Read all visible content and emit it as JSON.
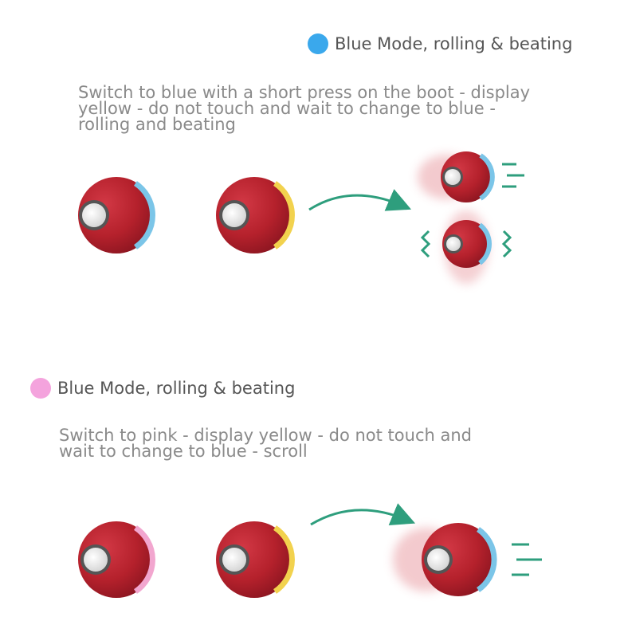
{
  "colors": {
    "ball_red": "#b5212c",
    "ball_dark": "#8e1621",
    "blue_stripe": "#7bc5e8",
    "yellow_stripe": "#f2d24e",
    "pink_stripe": "#f2a6cf",
    "arrow_green": "#2e9e7d",
    "blue_dot": "#3aa8ec",
    "pink_dot": "#f4a3dd",
    "heading_text": "#555555",
    "desc_text": "#8a8a8a"
  },
  "section_blue": {
    "heading": "Blue Mode, rolling & beating",
    "dot_icon": "blue-dot-icon",
    "description_lines": [
      "Switch to blue with a short press on the boot - display",
      "yellow - do not touch and wait to change to blue -",
      "rolling and beating"
    ]
  },
  "section_pink": {
    "heading": "Blue Mode, rolling & beating",
    "dot_icon": "pink-dot-icon",
    "description_lines": [
      "Switch to pink - display yellow - do not touch and",
      "wait to change to blue - scroll"
    ]
  }
}
